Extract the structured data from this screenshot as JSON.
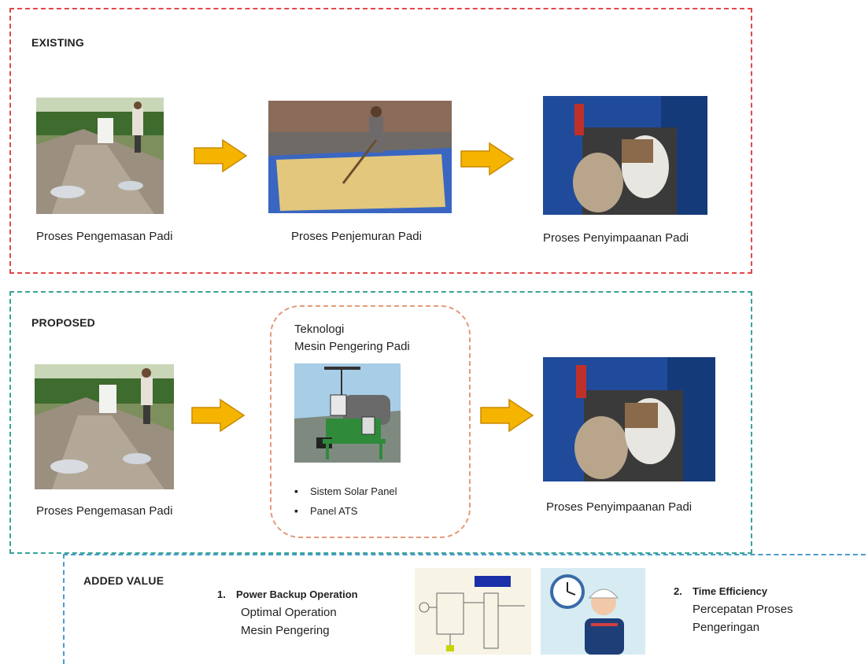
{
  "existing": {
    "title": "EXISTING",
    "steps": [
      {
        "caption": "Proses Pengemasan Padi"
      },
      {
        "caption": "Proses Penjemuran Padi"
      },
      {
        "caption": "Proses Penyimpaanan Padi"
      }
    ]
  },
  "proposed": {
    "title": "PROPOSED",
    "step1_caption": "Proses Pengemasan Padi",
    "tech": {
      "title_line1": "Teknologi",
      "title_line2": "Mesin Pengering Padi",
      "bullets": [
        "Sistem Solar Panel",
        "Panel ATS"
      ]
    },
    "step3_caption": "Proses Penyimpaanan Padi"
  },
  "added_value": {
    "title": "ADDED VALUE",
    "items": [
      {
        "number": "1.",
        "heading": "Power Backup Operation",
        "line1": "Optimal Operation",
        "line2": "Mesin Pengering"
      },
      {
        "number": "2.",
        "heading": "Time Efficiency",
        "line1": "Percepatan Proses",
        "line2": "Pengeringan"
      }
    ]
  },
  "colors": {
    "existing_border": "#e04848",
    "proposed_border": "#3aa39a",
    "added_border": "#4a9bd0",
    "tech_border": "#e49a7a",
    "arrow_fill": "#f5b400",
    "arrow_stroke": "#c98a00"
  }
}
